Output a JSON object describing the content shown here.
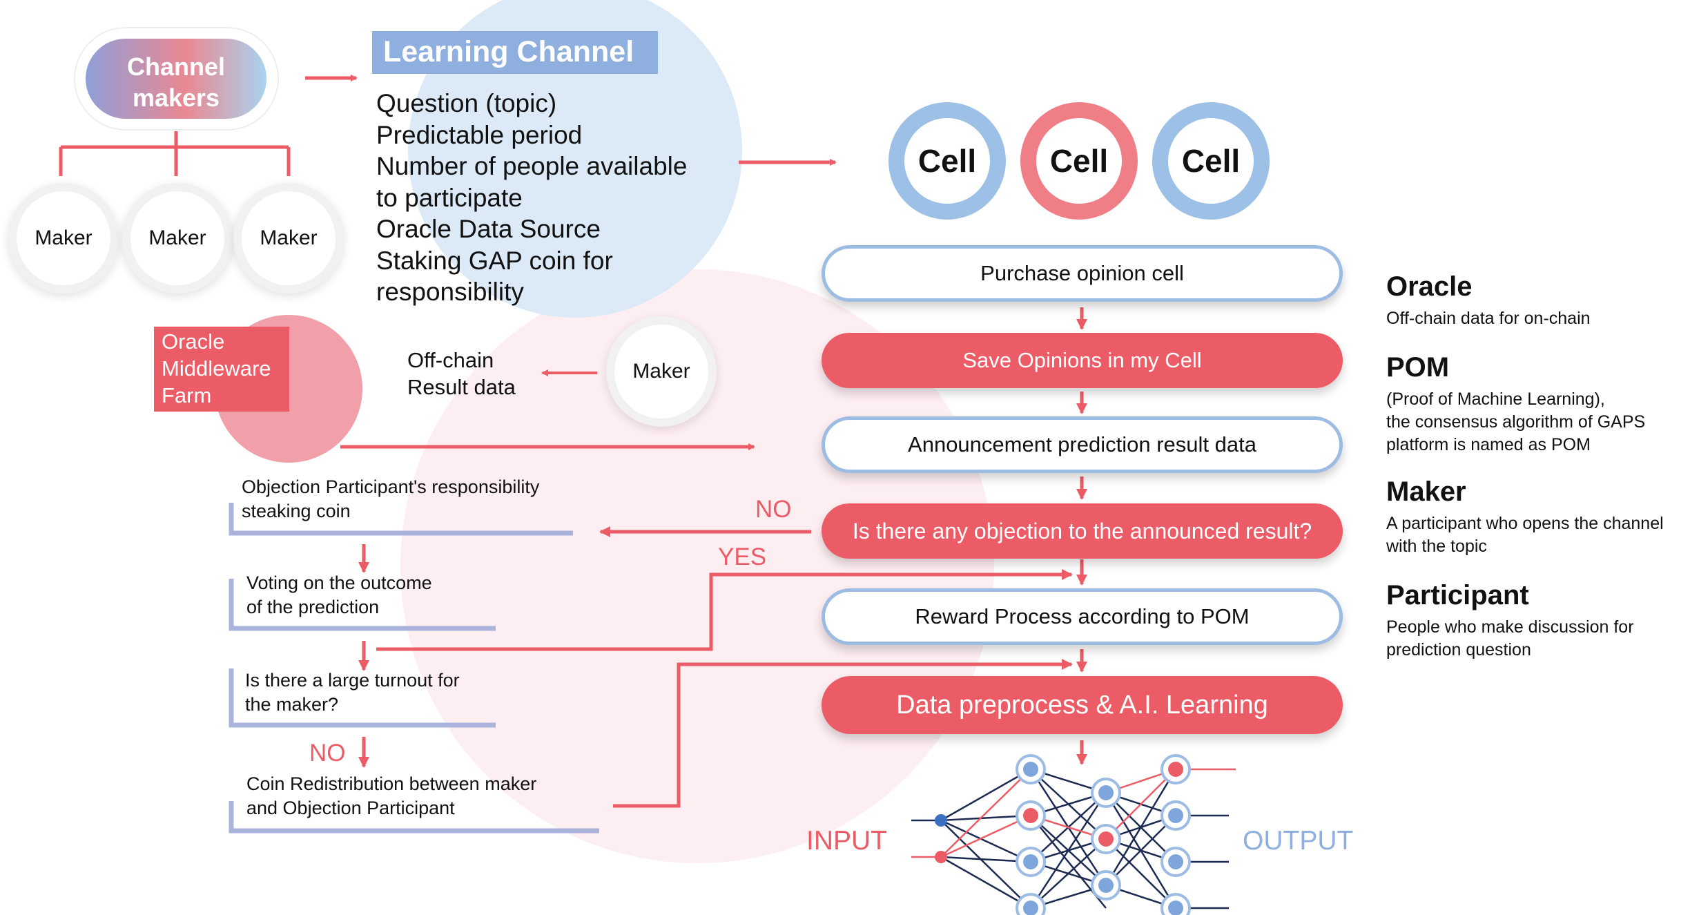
{
  "channel_makers": {
    "label": "Channel\nmakers"
  },
  "makers": [
    "Maker",
    "Maker",
    "Maker"
  ],
  "learning_channel": {
    "title": "Learning Channel",
    "items": [
      "Question (topic)",
      "Predictable period",
      "Number of people available\nto participate",
      "Oracle Data Source",
      "Staking GAP coin for\nresponsibility"
    ]
  },
  "cells": [
    "Cell",
    "Cell",
    "Cell"
  ],
  "oracle_farm": {
    "label": "Oracle\nMiddleware\nFarm"
  },
  "offchain": {
    "label": "Off-chain\nResult data",
    "maker": "Maker"
  },
  "flow": [
    "Purchase opinion cell",
    "Save Opinions in my Cell",
    "Announcement prediction result data",
    "Is there any objection to the announced result?",
    "Reward Process according to POM",
    "Data preprocess & A.I. Learning"
  ],
  "decisions": {
    "no1": "NO",
    "yes": "YES",
    "no2": "NO"
  },
  "objection_steps": [
    "Objection Participant's responsibility\nsteaking coin",
    "Voting on the outcome\nof the prediction",
    "Is there a large turnout for\nthe maker?",
    "Coin Redistribution between maker\nand Objection Participant"
  ],
  "nn": {
    "input": "INPUT",
    "output": "OUTPUT"
  },
  "definitions": [
    {
      "term": "Oracle",
      "desc": "Off-chain data for on-chain"
    },
    {
      "term": "POM",
      "desc": "(Proof of Machine Learning),\nthe consensus algorithm of GAPS\nplatform is named as POM"
    },
    {
      "term": "Maker",
      "desc": "A participant who opens the channel\nwith the topic"
    },
    {
      "term": "Participant",
      "desc": "People who make discussion for\nprediction question"
    }
  ],
  "colors": {
    "red": "#ec5c66",
    "blue": "#9dbce4",
    "navy": "#1c2a52",
    "lilac": "#a9b3dc",
    "pink_bg": "#fdeef2",
    "light_blue_bg": "#dceaf8"
  }
}
